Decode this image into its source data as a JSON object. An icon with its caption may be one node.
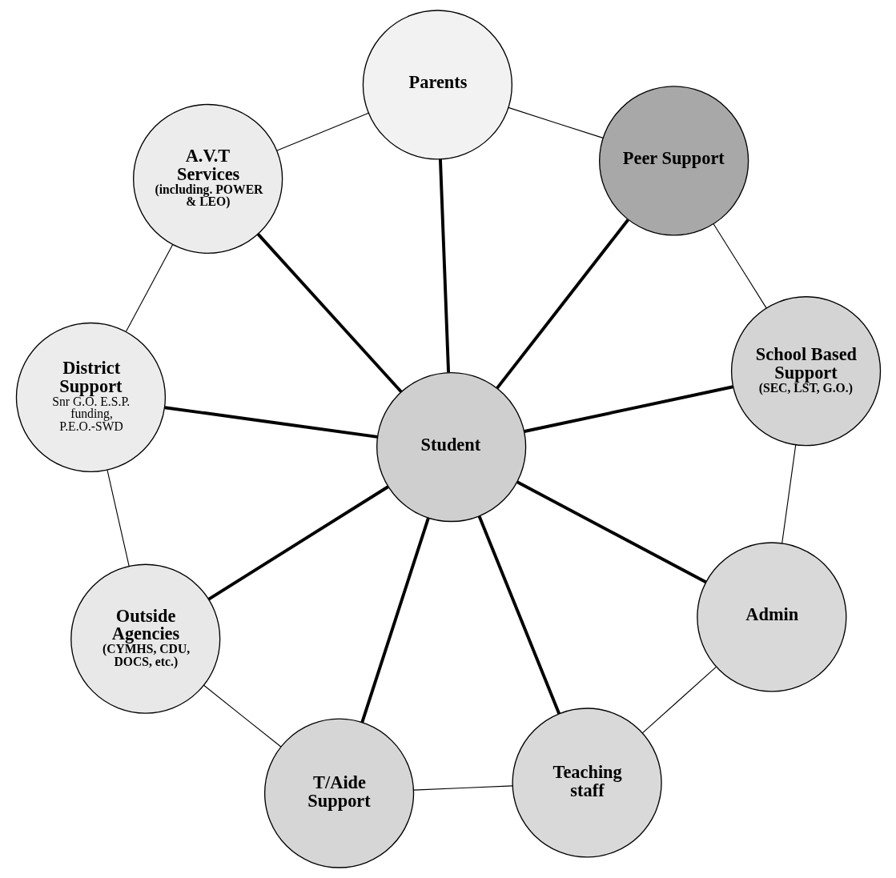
{
  "diagram": {
    "nodes": [
      {
        "text": [
          "Teaching staff"
        ]
      },
      {
        "text": [
          "Admin"
        ]
      },
      {
        "text": [
          "School Based Support",
          "(SEC, LST, G.O.)"
        ]
      },
      {
        "text": [
          "Peer Support"
        ]
      },
      {
        "text": [
          "Parents"
        ]
      },
      {
        "text": [
          "A.V.T Services",
          "(including. POWER & LEO)"
        ]
      },
      {
        "text": [
          "District Support",
          "Snr G.O. E.S.P. funding, P.E.O.-SWD"
        ]
      },
      {
        "text": [
          "Outside Agencies",
          "(CYMHS, CDU, DOCS, etc.)"
        ]
      },
      {
        "text": [
          "T/Aide Support"
        ]
      },
      {
        "text": [
          "Student"
        ]
      }
    ],
    "edges": [
      {
        "from": 9,
        "to": 0,
        "arrow": "none",
        "style": "thick"
      },
      {
        "from": 9,
        "to": 1,
        "arrow": "none",
        "style": "thick"
      },
      {
        "from": 9,
        "to": 2,
        "arrow": "none",
        "style": "thick"
      },
      {
        "from": 9,
        "to": 3,
        "arrow": "none",
        "style": "thick"
      },
      {
        "from": 9,
        "to": 4,
        "arrow": "none",
        "style": "thick"
      },
      {
        "from": 9,
        "to": 5,
        "arrow": "none",
        "style": "thick"
      },
      {
        "from": 9,
        "to": 6,
        "arrow": "none",
        "style": "thick"
      },
      {
        "from": 9,
        "to": 7,
        "arrow": "none",
        "style": "thick"
      },
      {
        "from": 9,
        "to": 8,
        "arrow": "none",
        "style": "thick"
      },
      {
        "from": 0,
        "to": 1,
        "arrow": "none"
      },
      {
        "from": 1,
        "to": 2,
        "arrow": "none"
      },
      {
        "from": 2,
        "to": 3,
        "arrow": "none"
      },
      {
        "from": 3,
        "to": 4,
        "arrow": "none"
      },
      {
        "from": 4,
        "to": 5,
        "arrow": "none"
      },
      {
        "from": 5,
        "to": 6,
        "arrow": "none"
      },
      {
        "from": 6,
        "to": 7,
        "arrow": "none"
      },
      {
        "from": 7,
        "to": 8,
        "arrow": "none"
      },
      {
        "from": 8,
        "to": 0,
        "arrow": "none"
      }
    ]
  }
}
